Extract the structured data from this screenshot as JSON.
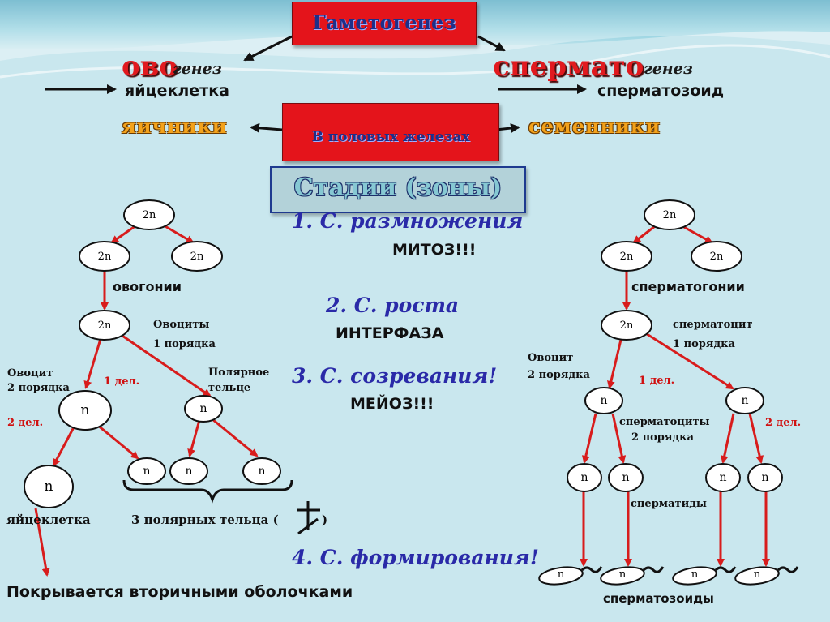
{
  "header": {
    "title": "Гаметогенез",
    "gonads_box": "В половых железах",
    "stages_box": "Стадии (зоны)"
  },
  "left": {
    "process_big": "ово",
    "process_small": "генез",
    "cell": "яйцеклетка",
    "gonad": "яичники"
  },
  "right": {
    "process_big": "спермато",
    "process_small": "генез",
    "cell": "сперматозоид",
    "gonad": "семенники"
  },
  "stages": {
    "s1": "1. С. размножения",
    "s1_sub": "МИТОЗ!!!",
    "s2": "2. С. роста",
    "s2_sub": "ИНТЕРФАЗА",
    "s3": "3. С. созревания!",
    "s3_sub": "МЕЙОЗ!!!",
    "s4": "4. С. формирования!"
  },
  "ovo_tree": {
    "node_2n": "2n",
    "node_n": "n",
    "oogonia": "овогонии",
    "oocyte1_l1": "Овоциты",
    "oocyte1_l2": "1 порядка",
    "oocyte2_l1": "Овоцит",
    "oocyte2_l2": "2 порядка",
    "div1": "1 дел.",
    "div2": "2 дел.",
    "polar_l1": "Полярное",
    "polar_l2": "тельце",
    "egg": "яйцеклетка",
    "polar_bodies": "3 полярных тельца (",
    "polar_close": ")",
    "membranes": "Покрывается вторичными оболочками"
  },
  "sperm_tree": {
    "node_2n": "2n",
    "node_n": "n",
    "spermatogonia": "сперматогонии",
    "spermatocyte1_l1": "сперматоцит",
    "spermatocyte1_l2": "1 порядка",
    "oocyte2_l1": "Овоцит",
    "oocyte2_l2": "2 порядка",
    "div1": "1 дел.",
    "div2": "2 дел.",
    "spermatocytes2_l1": "сперматоциты",
    "spermatocytes2_l2": "2 порядка",
    "spermatids": "сперматиды",
    "spermatozoa": "сперматозоиды"
  },
  "colors": {
    "red": "#e4141b",
    "arrow_red": "#d81c1c",
    "stage_blue": "#2a2aa8",
    "orange": "#f3a21b",
    "background": "#c9e7ee"
  }
}
